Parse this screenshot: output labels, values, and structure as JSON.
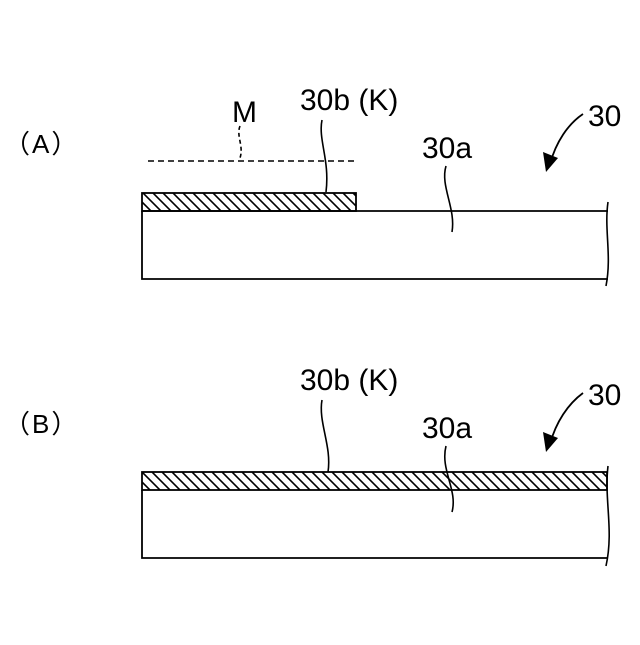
{
  "colors": {
    "ink": "#000000",
    "background": "#ffffff"
  },
  "panels": [
    {
      "label": "（A）",
      "mask_label": "M",
      "layer_label": "30b (K)",
      "substrate_label": "30a",
      "assembly_label": "30",
      "layer_coverage": "partial"
    },
    {
      "label": "（B）",
      "layer_label": "30b (K)",
      "substrate_label": "30a",
      "assembly_label": "30",
      "layer_coverage": "full"
    }
  ]
}
